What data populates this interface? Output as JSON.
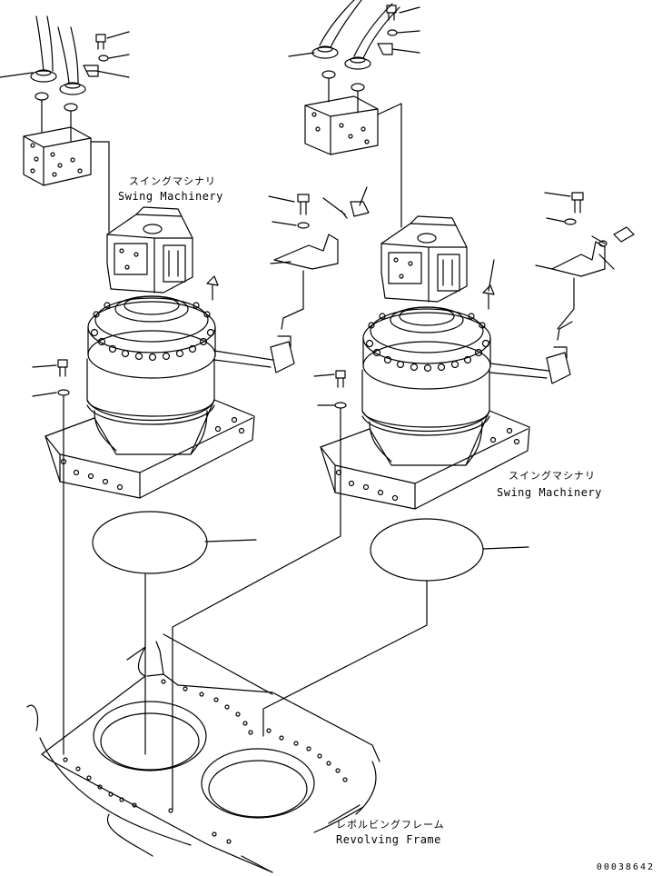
{
  "labels": {
    "swing_left_jp": "スイングマシナリ",
    "swing_left_en": "Swing Machinery",
    "swing_right_jp": "スイングマシナリ",
    "swing_right_en": "Swing Machinery",
    "frame_jp": "レボルビングフレーム",
    "frame_en": "Revolving Frame"
  },
  "drawing_number": "00038642"
}
